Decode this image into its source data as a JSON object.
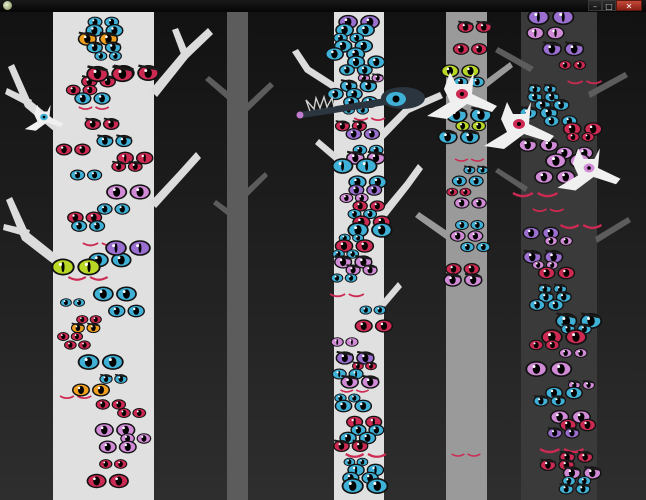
{
  "window": {
    "title": "",
    "buttons": {
      "minimize_glyph": "–",
      "maximize_glyph": "□",
      "close_glyph": "✕"
    }
  },
  "scene": {
    "sky_colors": [
      "#121212",
      "#2e2e2e"
    ],
    "trunk_front_color": "#e0e0e0",
    "trunk_mid_color": "#9a9a9a",
    "trunk_back_color": "#5c5c5c",
    "branch_color": "#dcdcdc",
    "eye_colors": {
      "blue": "#3fb0d6",
      "red": "#cc2a52",
      "violet": "#9a6fd0",
      "pink": "#d08ad6",
      "yellow": "#b9d826",
      "orange": "#f0a020",
      "green": "#3aa040",
      "brow": "#1a1a1a"
    },
    "creatures": [
      "white-winged-ghost",
      "white-winged-ghost",
      "white-winged-ghost",
      "white-winged-ghost",
      "dark-cyclops-crawler"
    ]
  }
}
